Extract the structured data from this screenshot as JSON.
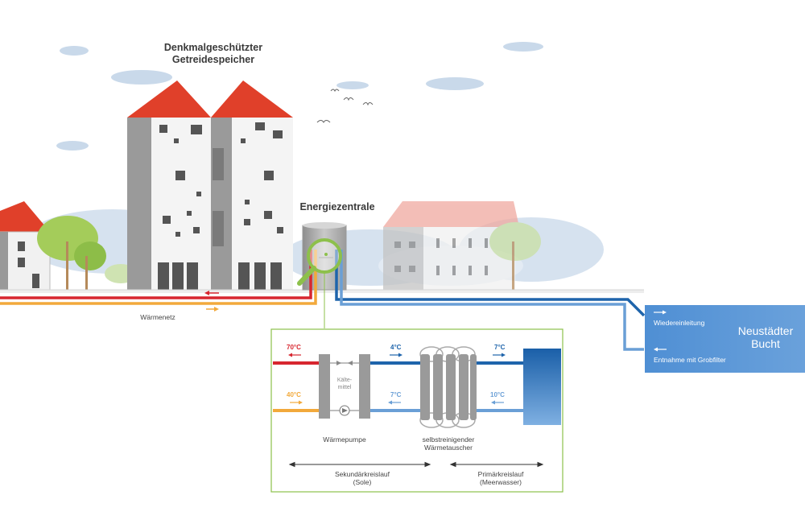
{
  "labels": {
    "granary_line1": "Denkmalgeschützter",
    "granary_line2": "Getreidespeicher",
    "energy_center": "Energiezentrale",
    "district_heating": "Wärmenetz",
    "bay_line1": "Neustädter",
    "bay_line2": "Bucht",
    "reinjection": "Wiedereinleitung",
    "intake": "Entnahme mit Grobfilter"
  },
  "detail": {
    "supply_temp": "70°C",
    "return_temp": "40°C",
    "secondary_upper_temp": "4°C",
    "secondary_lower_temp": "7°C",
    "primary_upper_temp": "7°C",
    "primary_lower_temp": "10°C",
    "refrigerant_line1": "Kälte-",
    "refrigerant_line2": "mittel",
    "heat_pump": "Wärmepumpe",
    "exchanger_line1": "selbstreinigender",
    "exchanger_line2": "Wärmetauscher",
    "secondary_loop_line1": "Sekundärkreislauf",
    "secondary_loop_line2": "(Sole)",
    "primary_loop_line1": "Primärkreislauf",
    "primary_loop_line2": "(Meerwasser)"
  },
  "colors": {
    "hot": "#d7262f",
    "warm": "#f2a93b",
    "cold_dark": "#1e64ab",
    "cold_light": "#6a9fd6",
    "accent_green": "#8dc04b",
    "roof_red": "#e0402a",
    "wall_grey": "#9a9a9a"
  }
}
